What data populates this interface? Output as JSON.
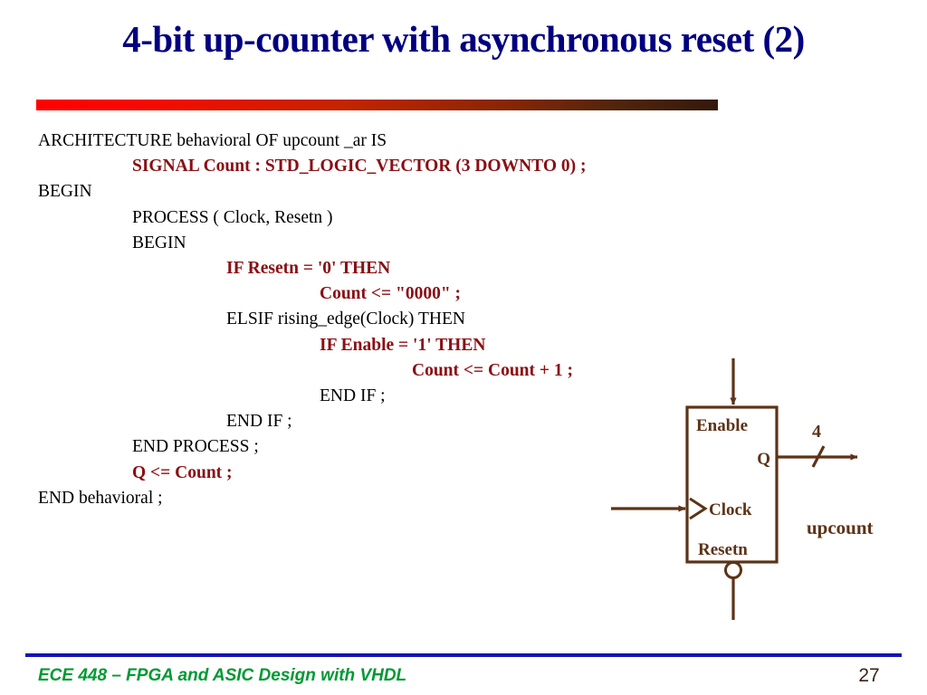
{
  "slide": {
    "title": "4-bit up-counter with asynchronous reset (2)",
    "title_color": "#000080",
    "rule_gradient_from": "#ff0000",
    "rule_gradient_to": "#33190a"
  },
  "code": {
    "highlight_color": "#8a0f14",
    "normal_color": "#000000",
    "lines": [
      {
        "text": "ARCHITECTURE behavioral OF upcount _ar IS",
        "indent": 0,
        "highlight": false
      },
      {
        "text": "SIGNAL Count : STD_LOGIC_VECTOR (3 DOWNTO 0) ;",
        "indent": 1,
        "highlight": true
      },
      {
        "text": "BEGIN",
        "indent": 0,
        "highlight": false
      },
      {
        "text": "PROCESS ( Clock, Resetn )",
        "indent": 1,
        "highlight": false
      },
      {
        "text": "BEGIN",
        "indent": 1,
        "highlight": false
      },
      {
        "text": "IF Resetn = '0' THEN",
        "indent": 2,
        "highlight": true
      },
      {
        "text": "Count <= \"0000\" ;",
        "indent": 3,
        "highlight": true
      },
      {
        "text": "ELSIF rising_edge(Clock) THEN",
        "indent": 2,
        "highlight": false
      },
      {
        "text": "IF Enable = '1' THEN",
        "indent": 3,
        "highlight": true
      },
      {
        "text": "Count <= Count + 1 ;",
        "indent": 4,
        "highlight": true
      },
      {
        "text": "END IF ;",
        "indent": 3,
        "highlight": false
      },
      {
        "text": "END IF ;",
        "indent": 2,
        "highlight": false
      },
      {
        "text": "END PROCESS ;",
        "indent": 1,
        "highlight": false
      },
      {
        "text": "Q <= Count ;",
        "indent": 1,
        "highlight": true
      },
      {
        "text": "END behavioral ;",
        "indent": 0,
        "highlight": false
      }
    ]
  },
  "diagram": {
    "color": "#5c3317",
    "port_enable": "Enable",
    "port_clock": "Clock",
    "port_resetn": "Resetn",
    "port_q": "Q",
    "bus_width": "4",
    "entity_label": "upcount"
  },
  "footer": {
    "course": "ECE 448 – FPGA and ASIC Design with VHDL",
    "course_color": "#009933",
    "page_number": "27",
    "rule_color": "#1414b4"
  }
}
